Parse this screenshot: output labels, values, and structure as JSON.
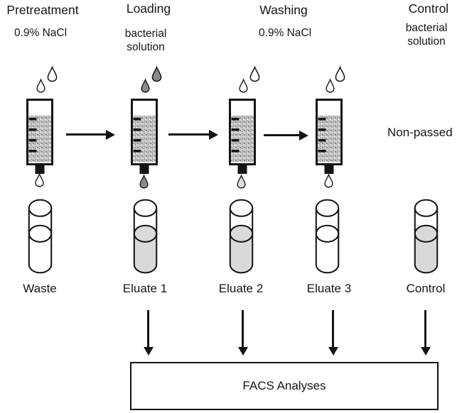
{
  "stages": [
    {
      "title": "Pretreatment",
      "sub": "0.9% NaCl"
    },
    {
      "title": "Loading",
      "sub": "bacterial\nsolution"
    },
    {
      "title": "Washing",
      "sub": "0.9% NaCl"
    },
    {
      "title": "Control",
      "sub": "bacterial\nsolution"
    }
  ],
  "non_passed_label": "Non-passed",
  "columns": [
    {
      "stage": "Pretreatment",
      "drops_in": "white",
      "drop_out": "white"
    },
    {
      "stage": "Loading",
      "drops_in": "gray",
      "drop_out": "gray"
    },
    {
      "stage": "Washing",
      "drops_in": "white",
      "drop_out": "light_gray"
    },
    {
      "stage": "Washing",
      "drops_in": "white",
      "drop_out": "white"
    }
  ],
  "tubes": [
    {
      "label": "Waste",
      "filled": false
    },
    {
      "label": "Eluate 1",
      "filled": true
    },
    {
      "label": "Eluate 2",
      "filled": true
    },
    {
      "label": "Eluate 3",
      "filled": false
    },
    {
      "label": "Control",
      "filled": true
    }
  ],
  "facs_box_label": "FACS Analyses",
  "colors": {
    "outline": "#141414",
    "droplet_white": "#ffffff",
    "droplet_gray": "#8a8a8a",
    "droplet_light_gray": "#dcdcdc",
    "tube_liquid": "#d9d9d9"
  }
}
